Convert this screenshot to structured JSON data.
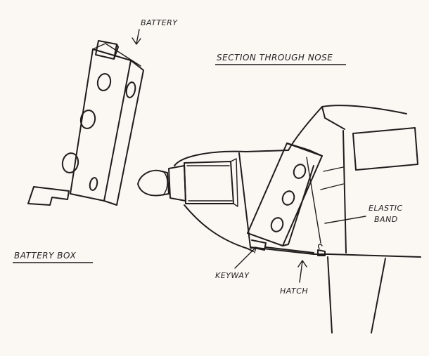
{
  "labels": {
    "battery": "BATTERY",
    "section_title": "SECTION THROUGH NOSE",
    "battery_box": "BATTERY BOX",
    "elastic_line1": "ELASTIC",
    "elastic_line2": "BAND",
    "keyway": "KEYWAY",
    "hatch": "HATCH"
  },
  "colors": {
    "paper": "#fbf8f4",
    "ink": "#1f1d1c"
  }
}
